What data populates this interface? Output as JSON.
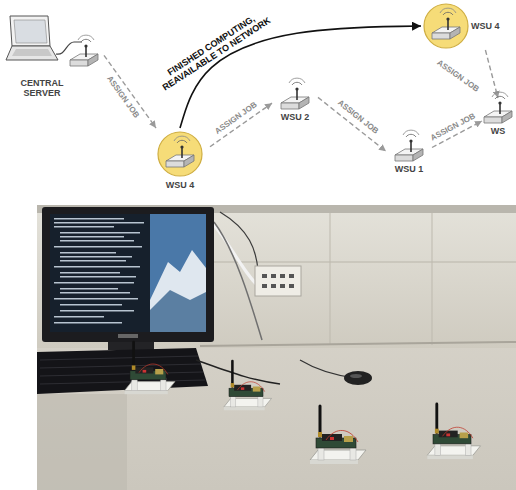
{
  "diagram": {
    "nodes": [
      {
        "text": [
          "CENTRAL SERVER"
        ]
      },
      {
        "text": [
          "WSU 4"
        ]
      },
      {
        "text": [
          "WSU 2"
        ]
      },
      {
        "text": [
          "WSU 1"
        ]
      },
      {
        "text": [
          "WSU 4"
        ]
      },
      {
        "text": [
          "WS"
        ]
      }
    ],
    "edges": [
      {
        "from": 0,
        "to": 1,
        "label": "ASSIGN JOB",
        "arrow": "to"
      },
      {
        "from": 1,
        "to": 2,
        "label": "ASSIGN JOB",
        "arrow": "to"
      },
      {
        "from": 2,
        "to": 3,
        "label": "ASSIGN JOB",
        "arrow": "to"
      },
      {
        "from": 3,
        "to": 5,
        "label": "ASSIGN JOB",
        "arrow": "to"
      },
      {
        "from": 1,
        "to": 4,
        "label": "FINISHED COMPUTING, REAVAILABLE TO NETWORK",
        "arrow": "to"
      },
      {
        "from": 4,
        "to": 5,
        "label": "ASSIGN JOB",
        "arrow": "to"
      }
    ]
  }
}
